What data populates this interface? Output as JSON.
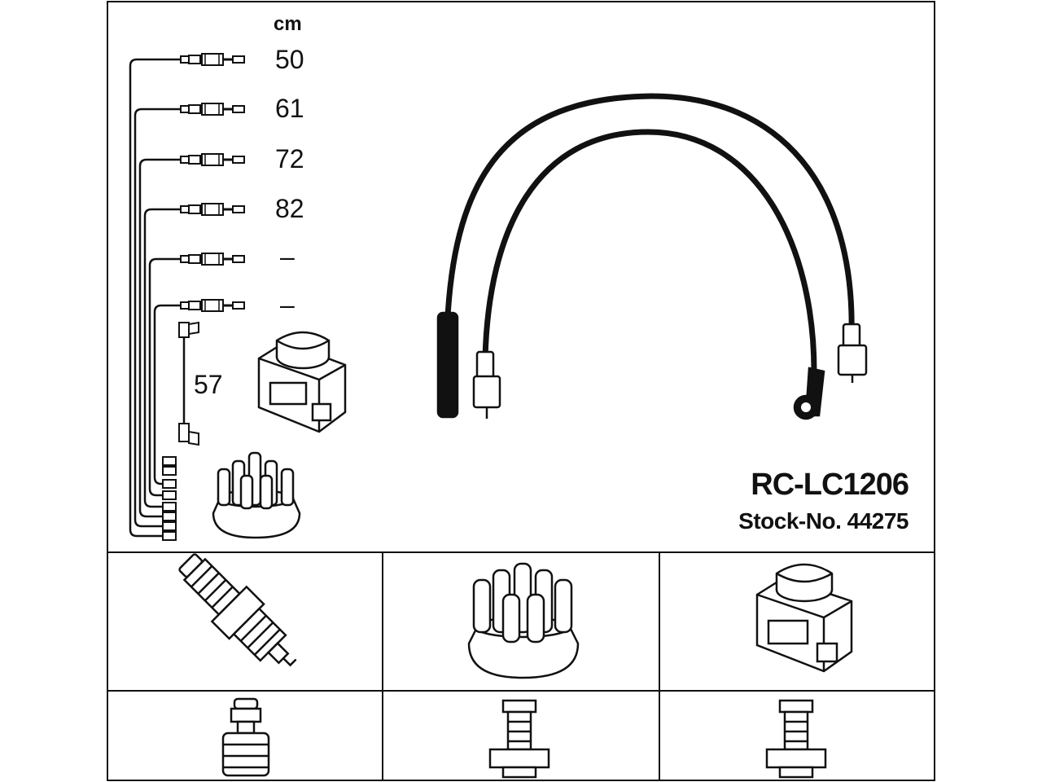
{
  "diagram": {
    "unit_label": "cm",
    "cable_lengths": [
      "50",
      "61",
      "72",
      "82",
      "–",
      "–"
    ],
    "coil_lead_length": "57",
    "part_number": "RC-LC1206",
    "stock_number": "Stock-No. 44275"
  },
  "colors": {
    "line": "#111111",
    "background": "#ffffff"
  },
  "icons": [
    "spark-plug-icon",
    "distributor-cap-icon",
    "ignition-coil-icon",
    "plug-connector-icon",
    "cap-terminal-icon",
    "coil-terminal-icon"
  ]
}
